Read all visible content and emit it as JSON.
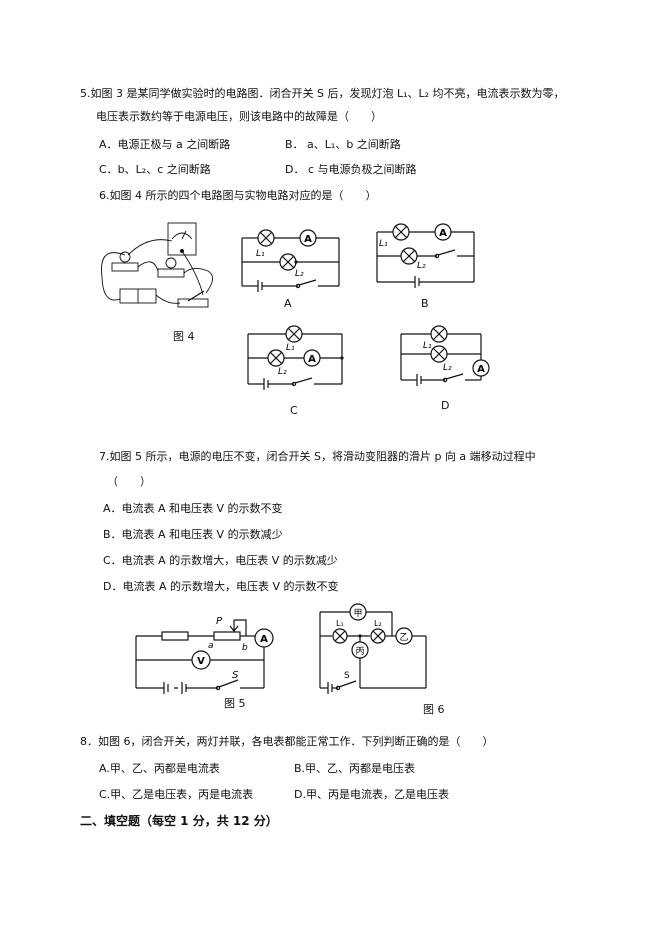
{
  "q5": {
    "stem1": "5.如图 3 是某同学做实验时的电路图．闭合开关 S 后，发现灯泡 L₁、L₂ 均不亮，电流表示数为零，",
    "stem2": "电压表示数约等于电源电压，则该电路中的故障是（　　）",
    "A": "A．电源正极与 a 之间断路",
    "B": "B． a、L₁、b 之间断路",
    "C": "C．b、L₂、c 之间断路",
    "D": "D． c 与电源负极之间断路"
  },
  "q6": {
    "stem": "6.如图 4 所示的四个电路图与实物电路对应的是（　　）",
    "fig": "图 4",
    "labels": {
      "A": "A",
      "B": "B",
      "C": "C",
      "D": "D"
    },
    "sym": {
      "ammeter": "A",
      "L1": "L₁",
      "L2": "L₂"
    }
  },
  "q7": {
    "stem": "7.如图 5 所示，电源的电压不变，闭合开关 S，将滑动变阻器的滑片 p 向 a 端移动过程中",
    "paren": "（　　）",
    "A": "A．电流表 A 和电压表 V 的示数不变",
    "B": "B．电流表 A 和电压表 V 的示数减少",
    "C": "C．电流表 A 的示数增大，电压表 V 的示数减少",
    "D": "D．电流表 A 的示数增大，电压表 V 的示数不变",
    "fig5": "图 5",
    "fig6": "图 6",
    "fig5_labels": {
      "P": "P",
      "a": "a",
      "b": "b",
      "A": "A",
      "V": "V",
      "S": "S"
    },
    "fig6_labels": {
      "jia": "甲",
      "yi": "乙",
      "bing": "丙",
      "L1": "L₁",
      "L2": "L₂",
      "S": "S"
    }
  },
  "q8": {
    "stem": "8．如图 6，闭合开关，两灯并联，各电表都能正常工作．下列判断正确的是（　　）",
    "A": "A.甲、乙、丙都是电流表",
    "B": "B.甲、乙、丙都是电压表",
    "C": "C.甲、乙是电压表，丙是电流表",
    "D": "D.甲、丙是电流表，乙是电压表"
  },
  "section2": {
    "title": "二、填空题（每空 1 分，共 12 分）"
  }
}
